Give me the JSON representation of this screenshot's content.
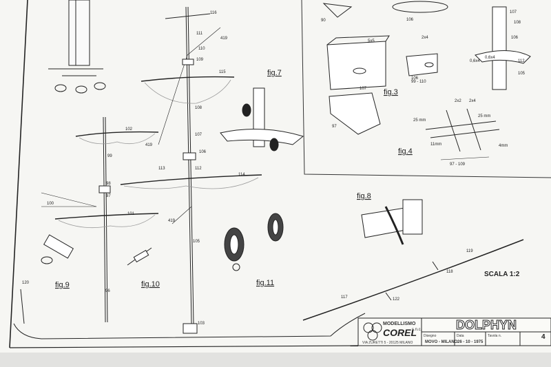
{
  "figures": {
    "fig3": "fig.3",
    "fig4": "fig.4",
    "fig7": "fig.7",
    "fig8": "fig.8",
    "fig9": "fig.9",
    "fig10": "fig.10",
    "fig11": "fig.11"
  },
  "scale": "SCALA 1:2",
  "part_numbers": {
    "p116": "116",
    "p111": "111",
    "p110": "110",
    "p109": "109",
    "p115": "115",
    "p108": "108",
    "p107": "107",
    "p106": "106",
    "p102": "102",
    "p99": "99",
    "p113": "113",
    "p112": "112",
    "p114": "114",
    "p98": "98",
    "p97": "97",
    "p100": "100",
    "p101": "101",
    "p105": "105",
    "p96": "96",
    "p103": "103",
    "p120": "120",
    "p117": "117",
    "p118": "118",
    "p119": "119",
    "p122": "122",
    "p419a": "419",
    "p419b": "419",
    "p419c": "419",
    "p105r": "105",
    "p108r": "108",
    "p106r": "106",
    "p112r": "112",
    "p107r": "107",
    "p107b": "107",
    "p106b": "106",
    "p106c": "106",
    "p97b": "97",
    "p90": "90",
    "dim_5x5": "5x5",
    "dim_2x4": "2x4",
    "dim_06x4a": "0,6x4",
    "dim_06x4b": "0,6x4",
    "dim_2x2": "2x2",
    "dim_2x4b": "2x4",
    "dim_25mm_a": "25 mm",
    "dim_25mm_b": "25 mm",
    "dim_11mm": "11mm",
    "dim_4mm": "4mm",
    "range_97_109": "97 - 109",
    "range_99_110": "99 - 110"
  },
  "title_block": {
    "brand_top": "MODELLISMO",
    "brand_name": "COREL",
    "brand_suffix": "s.n.c.",
    "address": "VIA ZURETTI 5 - 20125 MILANO",
    "model_name": "DOLPHYN",
    "designer_label": "Disegno",
    "designer_value": "MOVO - MILANO",
    "date_label": "Data",
    "date_value": "26 - 10 - 1975",
    "sheet_label": "Tavola n.",
    "sheet_value": "4"
  },
  "colors": {
    "paper": "#f7f7f4",
    "background": "#e9e9e7",
    "ink": "#222222"
  }
}
